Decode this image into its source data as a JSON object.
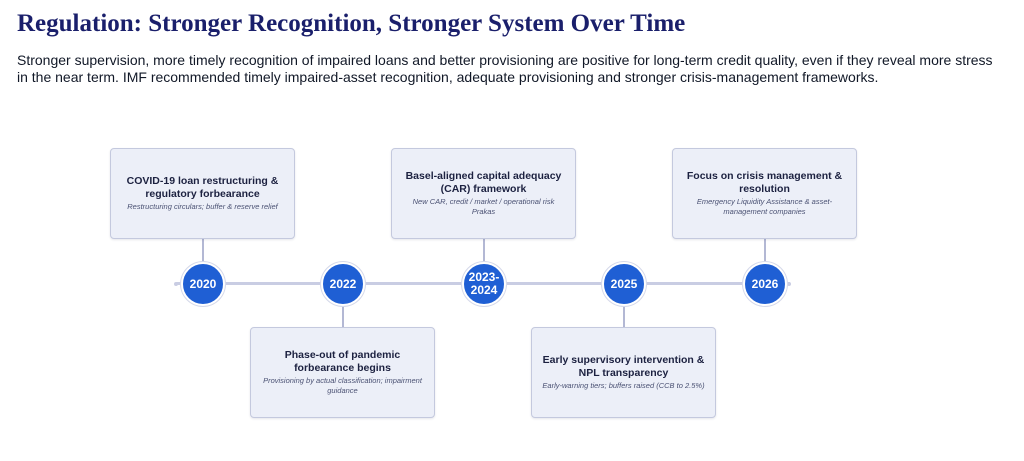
{
  "header": {
    "title": "Regulation: Stronger Recognition, Stronger System Over Time",
    "subtitle": "Stronger supervision, more timely recognition of impaired loans and better provisioning are positive for long-term credit quality, even if they reveal more stress in the near term. IMF recommended timely impaired-asset recognition, adequate provisioning and stronger crisis-management frameworks."
  },
  "colors": {
    "title": "#1a1f6b",
    "node": "#1f5fd4",
    "card_bg": "#eceff8",
    "line": "#c9cde3"
  },
  "timeline": {
    "milestones": [
      {
        "year": "2020",
        "title": "COVID-19 loan restructuring & regulatory forbearance",
        "description": "Restructuring circulars; buffer & reserve relief"
      },
      {
        "year": "2022",
        "title": "Phase-out of pandemic forbearance begins",
        "description": "Provisioning by actual classification; impairment guidance"
      },
      {
        "year": "2023-2024",
        "title": "Basel-aligned capital adequacy (CAR) framework",
        "description": "New CAR, credit / market / operational risk Prakas"
      },
      {
        "year": "2025",
        "title": "Early supervisory intervention & NPL transparency",
        "description": "Early-warning tiers; buffers raised (CCB to 2.5%)"
      },
      {
        "year": "2026",
        "title": "Focus on crisis management & resolution",
        "description": "Emergency Liquidity Assistance & asset-management companies"
      }
    ]
  }
}
